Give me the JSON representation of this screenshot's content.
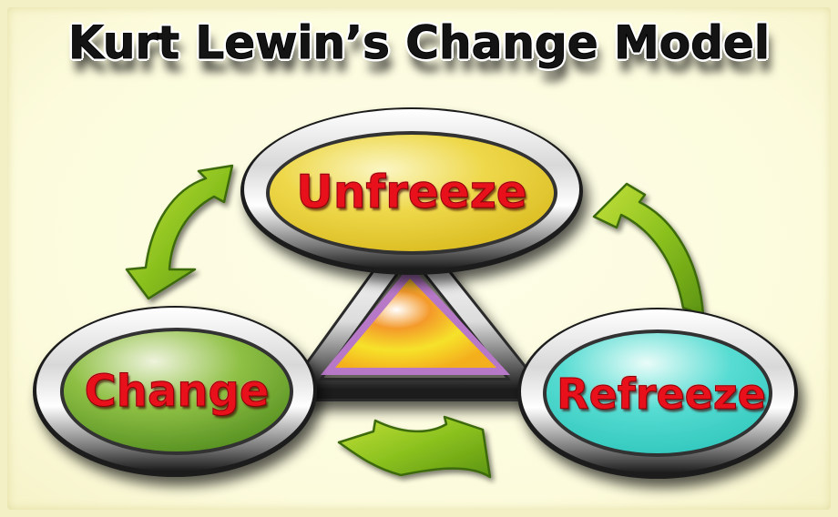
{
  "title": "Kurt Lewin’s Change Model",
  "stages": [
    {
      "id": "unfreeze",
      "label": "Unfreeze",
      "color": "#e8c727",
      "position": "top"
    },
    {
      "id": "change",
      "label": "Change",
      "color": "#6fa829",
      "position": "bottom-left"
    },
    {
      "id": "refreeze",
      "label": "Refreeze",
      "color": "#3dd3c8",
      "position": "bottom-right"
    }
  ],
  "flow": [
    {
      "from": "unfreeze",
      "to": "change",
      "arrow": "curved-arrow-down-left"
    },
    {
      "from": "change",
      "to": "refreeze",
      "arrow": "curved-arrow-right"
    },
    {
      "from": "refreeze",
      "to": "unfreeze",
      "arrow": "curved-arrow-up-left"
    }
  ],
  "colors": {
    "background": "#fcfbdc",
    "label_text": "#e8101a",
    "title_text": "#141414",
    "arrow_green": "#8cc21f",
    "triangle_border": "#b070c0",
    "triangle_fill": "#f6d12a"
  }
}
